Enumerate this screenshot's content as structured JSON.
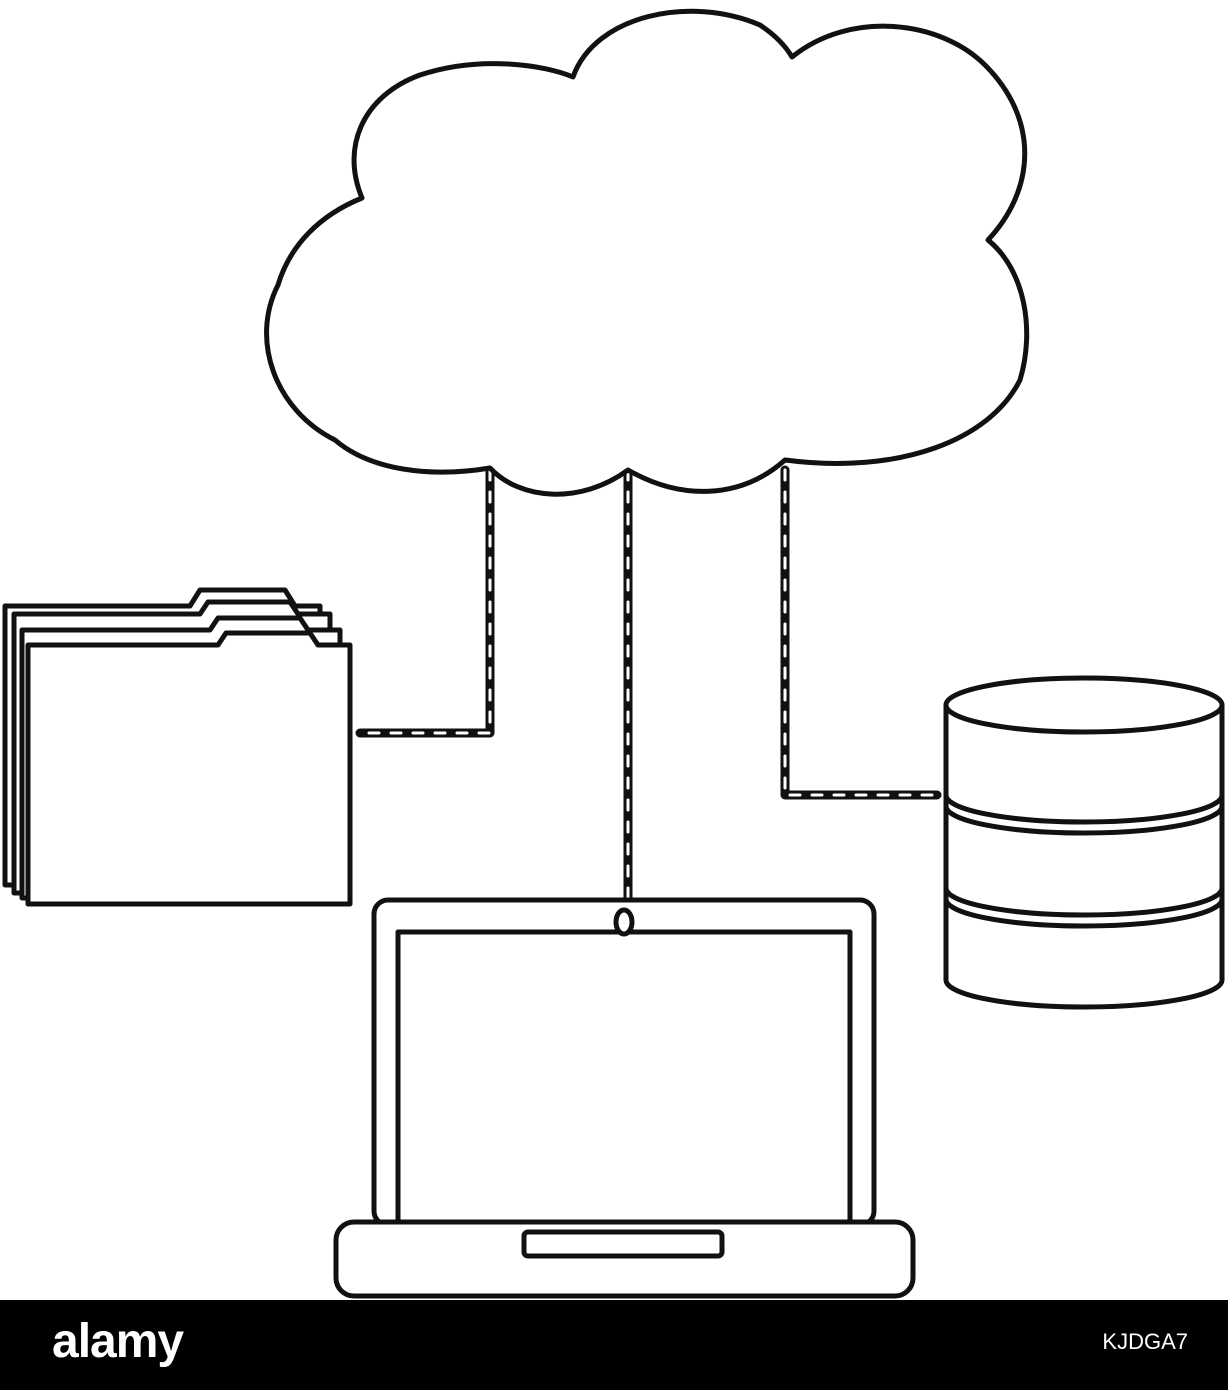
{
  "diagram": {
    "nodes": [
      {
        "id": "cloud",
        "icon": "cloud-icon"
      },
      {
        "id": "folders",
        "icon": "folder-stack-icon"
      },
      {
        "id": "laptop",
        "icon": "laptop-icon"
      },
      {
        "id": "database",
        "icon": "database-icon"
      }
    ],
    "edges": [
      {
        "from": "cloud",
        "to": "folders",
        "style": "dashed-chain"
      },
      {
        "from": "cloud",
        "to": "laptop",
        "style": "dashed-chain"
      },
      {
        "from": "cloud",
        "to": "database",
        "style": "dashed-chain"
      }
    ],
    "colors": {
      "line": "#111111",
      "background": "#ffffff"
    }
  },
  "watermark": {
    "brand": "alamy",
    "image_code": "KJDGA7",
    "colors": {
      "bar": "#000000",
      "text": "#ffffff"
    }
  }
}
